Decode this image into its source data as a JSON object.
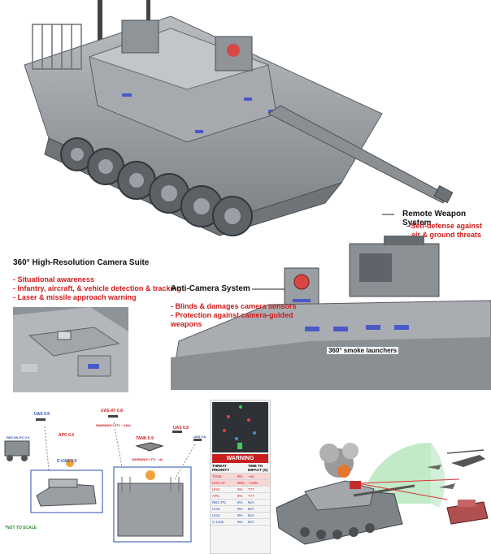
{
  "sections": {
    "remote_weapon": {
      "title": "Remote Weapon System",
      "bullets": [
        "- Self-defense against",
        "air & ground threats"
      ]
    },
    "camera_suite": {
      "title": "360° High-Resolution Camera Suite",
      "bullets": [
        "- Situational awareness",
        "- Infantry, aircraft, & vehicle detection & tracking",
        "- Laser & missile approach warning"
      ]
    },
    "anti_camera": {
      "title": "Anti-Camera System",
      "bullets": [
        "- Blinds & damages camera sensors",
        "- Protection against camera-guided",
        "weapons"
      ]
    },
    "smoke": {
      "label": "360° smoke launchers"
    }
  },
  "threat_map": {
    "labels": {
      "uas_left": "UAS 0.9",
      "apc": "APC 0.9",
      "cuas": "C-UAS 0.9",
      "recon": "RECON-PC 0.9",
      "uas_at": "UAS-AT 0.8",
      "uas_at_warning": "WARNING!! TTI: ~140s",
      "tank": "TANK 0.9",
      "tank_warning": "WARNING!! TTI: ~4s",
      "uas_right": "UAS 0.8",
      "uas_far": "UAS 0.8"
    },
    "not_to_scale": "*NOT TO SCALE"
  },
  "warning_panel": {
    "banner": "WARNING",
    "headers": [
      "THREAT PRIORITY",
      "TIME TO IMPACT (S)"
    ],
    "rows": [
      {
        "name": "TANK",
        "pct": "9%",
        "time": "~4s",
        "color": "red"
      },
      {
        "name": "UAS-AT",
        "pct": "80%",
        "time": "~140s",
        "color": "red"
      },
      {
        "name": "UAS",
        "pct": "9%",
        "time": "???",
        "color": "red"
      },
      {
        "name": "APC",
        "pct": "9%",
        "time": "???",
        "color": "red"
      },
      {
        "name": "REC-PC",
        "pct": "9%",
        "time": "N/A",
        "color": "blue"
      },
      {
        "name": "UAS",
        "pct": "9%",
        "time": "N/A",
        "color": "blue"
      },
      {
        "name": "UAS",
        "pct": "9%",
        "time": "N/A",
        "color": "blue"
      },
      {
        "name": "C-UAS",
        "pct": "9%",
        "time": "N/A",
        "color": "blue"
      }
    ]
  },
  "colors": {
    "accent_red": "#d11a1a",
    "threat_blue": "#2a4db3",
    "tank_grey": "#8c9196",
    "shield_green": "#8fd89a"
  }
}
